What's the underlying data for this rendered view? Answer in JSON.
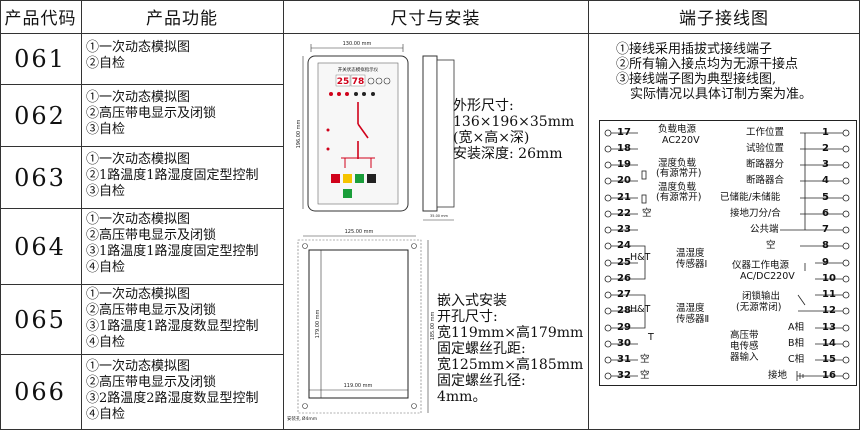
{
  "header": {
    "code": "产品代码",
    "function": "产品功能",
    "size": "尺寸与安装",
    "terminal": "端子接线图"
  },
  "products": [
    {
      "code": "061",
      "functions": [
        "①一次动态模拟图",
        "②自检"
      ]
    },
    {
      "code": "062",
      "functions": [
        "①一次动态模拟图",
        "②高压带电显示及闭锁",
        "③自检"
      ]
    },
    {
      "code": "063",
      "functions": [
        "①一次动态模拟图",
        "②1路温度1路湿度固定型控制",
        "③自检"
      ]
    },
    {
      "code": "064",
      "functions": [
        "①一次动态模拟图",
        "②高压带电显示及闭锁",
        "③1路温度1路湿度固定型控制",
        "④自检"
      ]
    },
    {
      "code": "065",
      "functions": [
        "①一次动态模拟图",
        "②高压带电显示及闭锁",
        "③1路温度1路湿度数显型控制",
        "④自检"
      ]
    },
    {
      "code": "066",
      "functions": [
        "①一次动态模拟图",
        "②高压带电显示及闭锁",
        "③2路温度2路湿度数显型控制",
        "④自检"
      ]
    }
  ],
  "dimensions": {
    "front_width": "130.00 mm",
    "front_height": "196.00 mm",
    "side_depth": "35.00 mm",
    "device_title": "开关状态模拟指示仪",
    "display_a": "25",
    "display_b": "78",
    "outline_lines": [
      "外形尺寸:",
      "136×196×35mm",
      "(宽×高×深)",
      "安装深度: 26mm"
    ],
    "cutout_width": "125.00 mm",
    "cutout_inner_width": "119.00 mm",
    "cutout_inner_height": "179.00 mm",
    "cutout_outer_height": "185.00 mm",
    "hole_label": "安装孔\nØ4mm",
    "embed_lines": [
      "嵌入式安装",
      "开孔尺寸:",
      "宽119mm×高179mm",
      "固定螺丝孔距:",
      "宽125mm×高185mm",
      "固定螺丝孔径:",
      "4mm。"
    ]
  },
  "terminal": {
    "notes": [
      "①接线采用插拔式接线端子",
      "②所有输入接点均为无源干接点",
      "③接线端子图为典型接线图,",
      "实际情况以具体订制方案为准。"
    ],
    "left_numbers": [
      "17",
      "18",
      "19",
      "20",
      "21",
      "22",
      "23",
      "24",
      "25",
      "26",
      "27",
      "28",
      "29",
      "30",
      "31",
      "32"
    ],
    "right_numbers": [
      "1",
      "2",
      "3",
      "4",
      "5",
      "6",
      "7",
      "8",
      "9",
      "10",
      "11",
      "12",
      "13",
      "14",
      "15",
      "16"
    ],
    "labels": {
      "load_power": "负载电源",
      "ac220": "AC220V",
      "humid_load": "湿度负载",
      "normally_open": "(有源常开)",
      "temp_load": "温度负载",
      "empty": "空",
      "hnt": "H&T",
      "sensor1_a": "温湿度",
      "sensor1_b": "传感器Ⅰ",
      "sensor2_a": "温湿度",
      "sensor2_b": "传感器Ⅱ",
      "t_mark": "T",
      "r1": "工作位置",
      "r2": "试验位置",
      "r3": "断路器分",
      "r4": "断路器合",
      "r5": "已储能/未储能",
      "r6": "接地刀分/合",
      "r7": "公共端",
      "r8": "空",
      "r9_a": "仪器工作电源",
      "r9_b": "AC/DC220V",
      "r11_a": "闭锁输出",
      "r11_b": "(无源常闭)",
      "hv_a": "高压带",
      "hv_b": "电传感",
      "hv_c": "器输入",
      "phA": "A相",
      "phB": "B相",
      "phC": "C相",
      "ground": "接地"
    }
  }
}
